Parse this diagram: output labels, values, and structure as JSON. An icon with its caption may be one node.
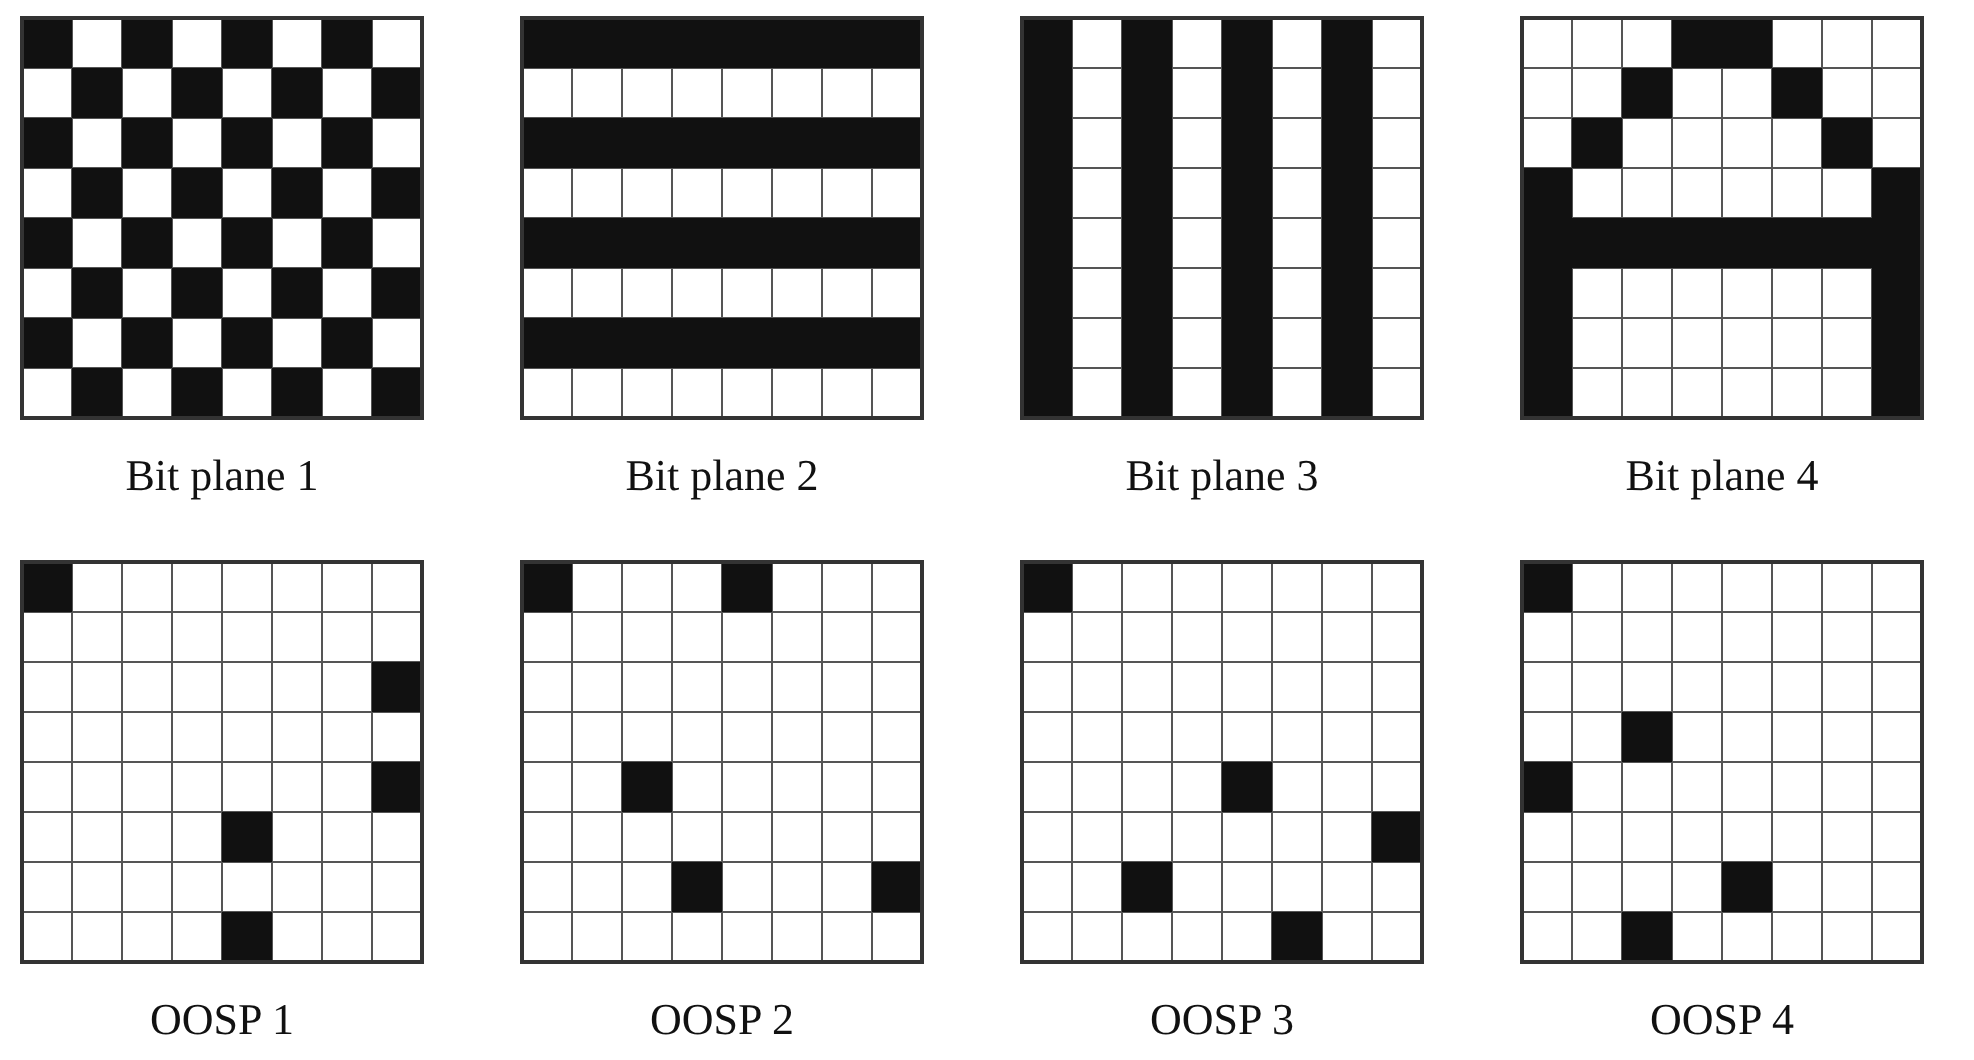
{
  "diagram": {
    "nodes": [
      {
        "text": [
          "Bit plane 1"
        ]
      },
      {
        "text": [
          "Bit plane 2"
        ]
      },
      {
        "text": [
          "Bit plane 3"
        ]
      },
      {
        "text": [
          "Bit plane 4"
        ]
      },
      {
        "text": [
          "OOSP 1"
        ]
      },
      {
        "text": [
          "OOSP 2"
        ]
      },
      {
        "text": [
          "OOSP 3"
        ]
      },
      {
        "text": [
          "OOSP 4"
        ]
      }
    ]
  }
}
